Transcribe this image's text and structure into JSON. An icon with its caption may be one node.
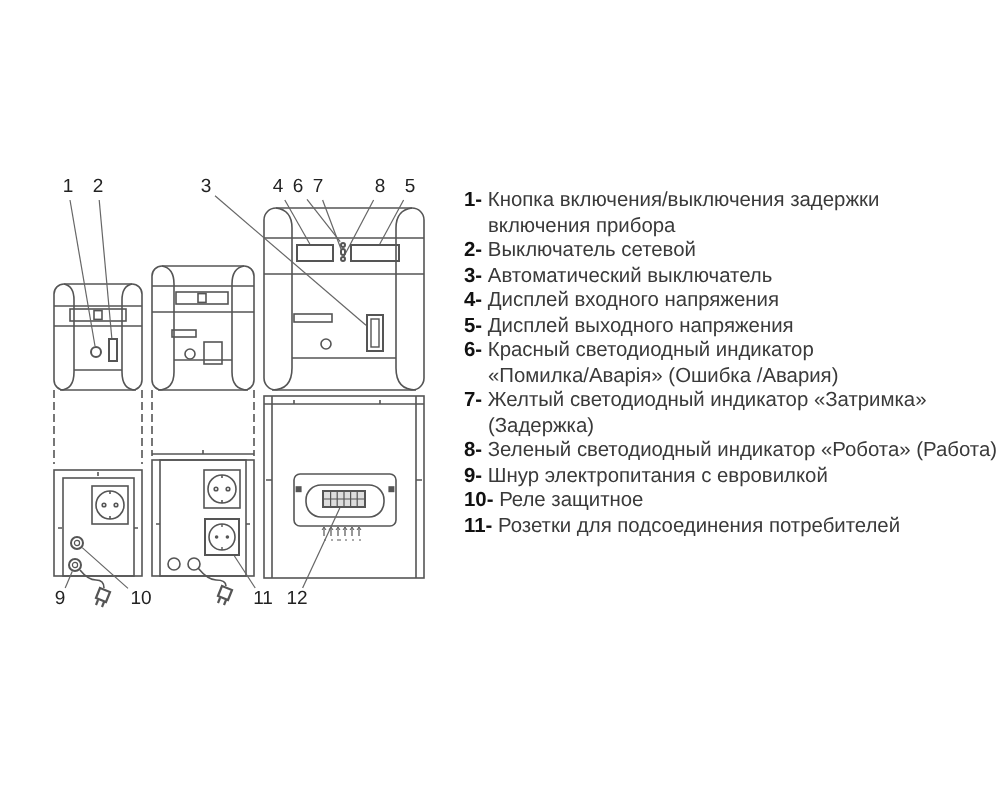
{
  "diagram": {
    "nodes": [
      {
        "text": [
          "1"
        ]
      },
      {
        "text": [
          "2"
        ]
      },
      {
        "text": [
          "3"
        ]
      },
      {
        "text": [
          "4"
        ]
      },
      {
        "text": [
          "6"
        ]
      },
      {
        "text": [
          "7"
        ]
      },
      {
        "text": [
          "8"
        ]
      },
      {
        "text": [
          "5"
        ]
      },
      {
        "text": [
          "9"
        ]
      },
      {
        "text": [
          "10"
        ]
      },
      {
        "text": [
          "11"
        ]
      },
      {
        "text": [
          "12"
        ]
      },
      {
        "text": [],
        "shape": "circle"
      },
      {
        "text": [],
        "shape": "box"
      },
      {
        "text": [],
        "shape": "box"
      },
      {
        "text": [],
        "shape": "box"
      },
      {
        "text": [],
        "shape": "circle"
      },
      {
        "text": [],
        "shape": "circle"
      },
      {
        "text": [],
        "shape": "circle"
      },
      {
        "text": [],
        "shape": "box"
      },
      {
        "text": [],
        "shape": "circle"
      },
      {
        "text": [],
        "shape": "circle"
      },
      {
        "text": [],
        "shape": "box"
      },
      {
        "text": [],
        "shape": "box"
      }
    ],
    "edges": [
      {
        "from": 0,
        "to": 12,
        "arrow": "none"
      },
      {
        "from": 1,
        "to": 13,
        "arrow": "none"
      },
      {
        "from": 2,
        "to": 14,
        "arrow": "none"
      },
      {
        "from": 3,
        "to": 15,
        "arrow": "none"
      },
      {
        "from": 4,
        "to": 16,
        "arrow": "none"
      },
      {
        "from": 5,
        "to": 17,
        "arrow": "none"
      },
      {
        "from": 6,
        "to": 18,
        "arrow": "none"
      },
      {
        "from": 7,
        "to": 19,
        "arrow": "none"
      },
      {
        "from": 8,
        "to": 20,
        "arrow": "none"
      },
      {
        "from": 9,
        "to": 21,
        "arrow": "none"
      },
      {
        "from": 10,
        "to": 22,
        "arrow": "none"
      },
      {
        "from": 11,
        "to": 23,
        "arrow": "none"
      }
    ],
    "labels": [
      "**1-** Кнопка включения/выключения задержки включения прибора",
      "**2-** Выключатель сетевой",
      "**3-** Автоматический выключатель",
      "**4-** Дисплей входного напряжения",
      "**5-** Дисплей выходного напряжения",
      "**6-** Красный светодиодный индикатор «Помилка/Аварія» (Ошибка /Авария)",
      "**7-** Желтый светодиодный индикатор «Затримка» (Задержка)",
      "**8-** Зеленый светодиодный индикатор «Робота» (Работа)",
      "**9-** Шнур электропитания с евровилкой",
      "**10-** Реле защитное",
      "**11-** Розетки для подсоединения потребителей"
    ]
  }
}
